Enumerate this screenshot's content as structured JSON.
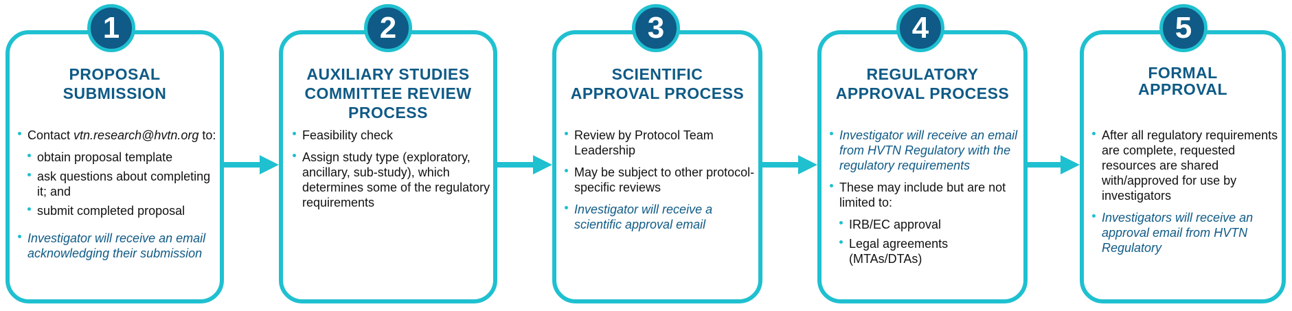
{
  "steps": [
    {
      "number": "1",
      "title": [
        "PROPOSAL",
        "SUBMISSION"
      ],
      "contact_prefix": "Contact ",
      "contact_email": "vtn.research@hvtn.org",
      "contact_suffix": " to:",
      "sub_items": [
        "obtain proposal template",
        "ask questions about completing it; and",
        "submit completed proposal"
      ],
      "note": "Investigator will receive an email acknowledging their submission"
    },
    {
      "number": "2",
      "title": [
        "AUXILIARY STUDIES",
        "COMMITTEE REVIEW",
        "PROCESS"
      ],
      "items": [
        "Feasibility check",
        "Assign study type (exploratory, ancillary, sub-study), which determines some of the regulatory requirements"
      ]
    },
    {
      "number": "3",
      "title": [
        "SCIENTIFIC",
        "APPROVAL PROCESS"
      ],
      "items": [
        "Review by Protocol Team Leadership",
        "May be subject to other protocol-specific reviews"
      ],
      "note": "Investigator will receive a scientific approval email"
    },
    {
      "number": "4",
      "title": [
        "REGULATORY",
        "APPROVAL PROCESS"
      ],
      "note": "Investigator will receive an email from HVTN Regulatory with the regulatory requirements",
      "items": [
        "These may include but are not limited to:"
      ],
      "sub_items": [
        "IRB/EC approval",
        "Legal agreements (MTAs/DTAs)"
      ]
    },
    {
      "number": "5",
      "title": [
        "FORMAL",
        "APPROVAL"
      ],
      "items": [
        "After all regulatory requirements are complete, requested resources are shared with/approved for use by investigators"
      ],
      "note": "Investigators will receive an approval email from HVTN Regulatory"
    }
  ],
  "colors": {
    "accent": "#1fc0d0",
    "primary": "#0f5a86"
  }
}
